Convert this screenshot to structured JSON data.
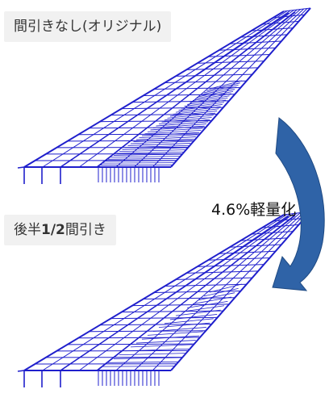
{
  "panels": {
    "top_label": "間引きなし(オリジナル)",
    "bottom_label_prefix": "後半",
    "bottom_label_fraction": "1/2",
    "bottom_label_suffix": "間引き"
  },
  "annotation": {
    "ratio_text": "4.6%軽量化"
  },
  "colors": {
    "wireframe": "#1f1fcc",
    "arrow": "#2f63a7",
    "arrow_dark": "#1f4a83",
    "label_bg": "#f1f1f1"
  },
  "models": [
    {
      "id": "original",
      "interior_lines": "full"
    },
    {
      "id": "thinned",
      "interior_lines": "half"
    }
  ]
}
